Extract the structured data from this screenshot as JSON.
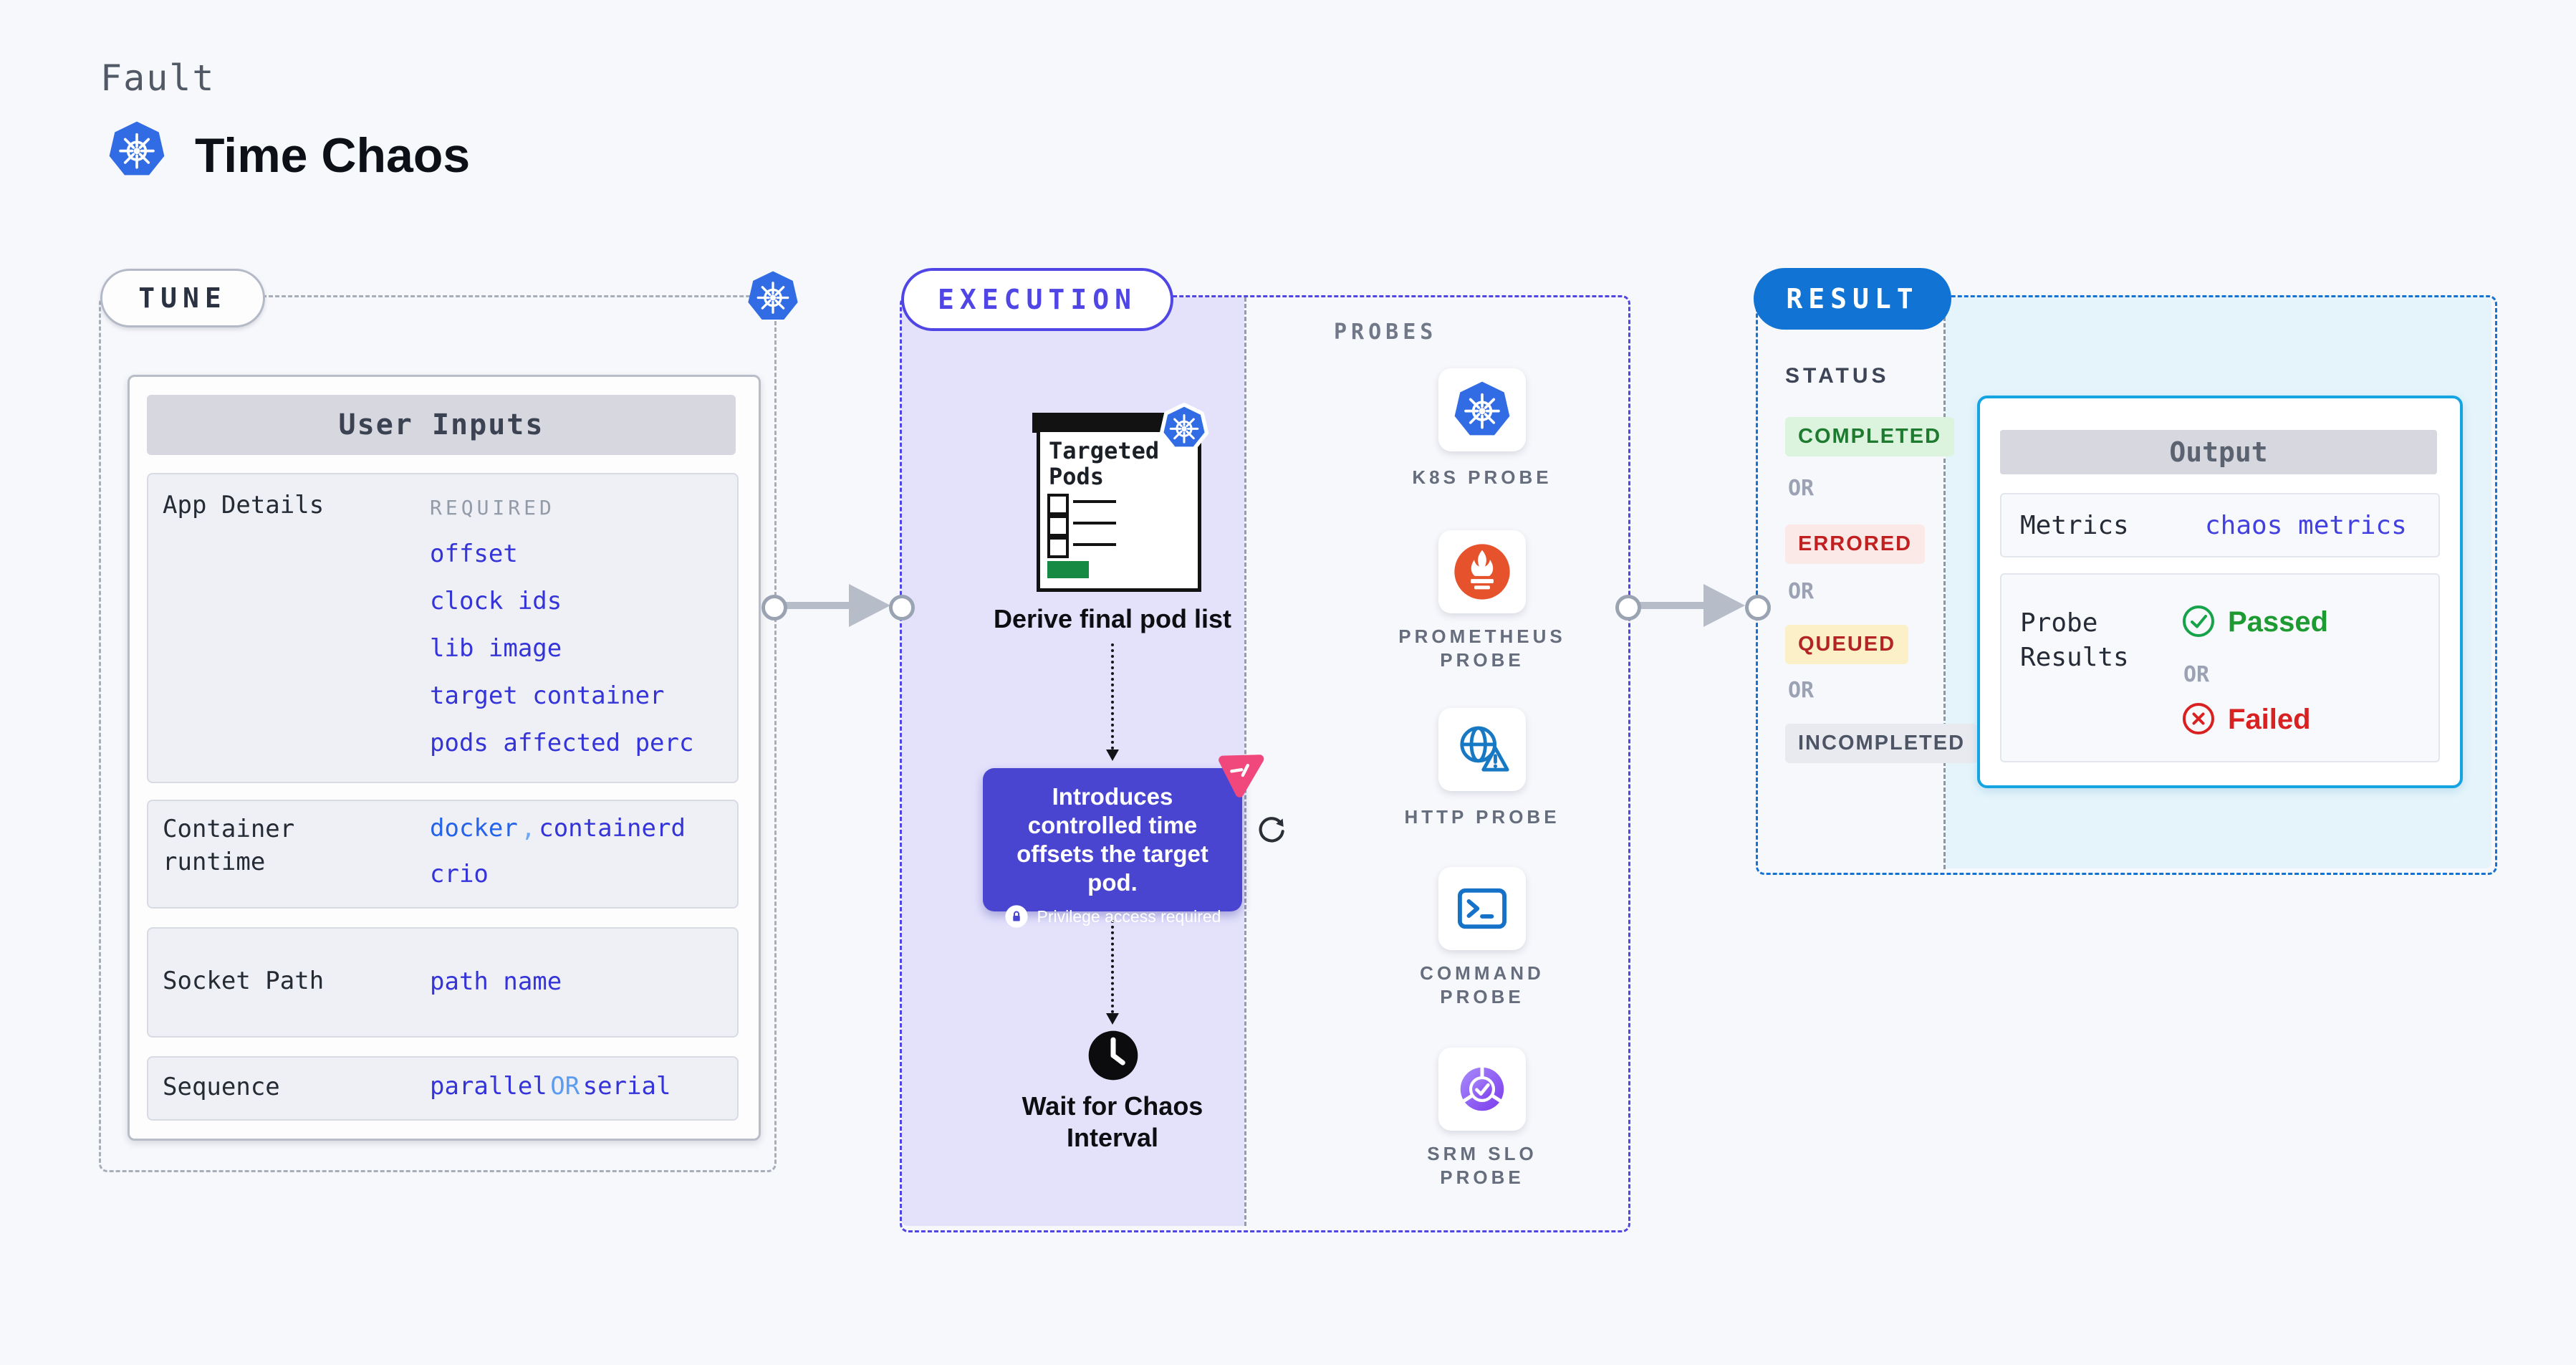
{
  "header": {
    "eyebrow": "Fault",
    "title": "Time Chaos"
  },
  "colors": {
    "kubernetes_blue": "#326ce5",
    "execution_indigo": "#4f46e5",
    "tooltip_indigo": "#4a45d0",
    "purple_panel": "#e4e2fb",
    "result_blue": "#1173d4",
    "output_cyan": "#14a4e1",
    "cyan_panel": "#e5f4fb",
    "value_blue": "#3434d8",
    "link_light_blue": "#6ea8f5",
    "passed_green": "#1d9b32",
    "failed_red": "#d92121",
    "prometheus_orange": "#e6522c",
    "litmus_pink": "#f0477c",
    "targeted_green": "#168a43"
  },
  "tune": {
    "label": "TUNE",
    "user_inputs": {
      "title": "User Inputs",
      "app_details": {
        "label": "App Details",
        "required_tag": "REQUIRED",
        "items": [
          "offset",
          "clock ids",
          "lib image",
          "target container",
          "pods affected perc"
        ]
      },
      "container_runtime": {
        "label": "Container runtime",
        "value_a": "docker",
        "comma": ",",
        "value_b": "containerd",
        "value_c": "crio"
      },
      "socket_path": {
        "label": "Socket Path",
        "value": "path name"
      },
      "sequence": {
        "label": "Sequence",
        "value_a": "parallel",
        "or": "OR",
        "value_b": "serial"
      }
    }
  },
  "execution": {
    "label": "EXECUTION",
    "targeted_pods_title": "Targeted Pods",
    "derive_caption": "Derive final pod list",
    "tooltip": {
      "text": "Introduces controlled time offsets the target pod.",
      "note": "Privilege access required"
    },
    "wait_caption": "Wait for Chaos Interval"
  },
  "probes": {
    "label": "PROBES",
    "items": [
      {
        "name": "K8S PROBE",
        "icon": "kubernetes-icon"
      },
      {
        "name": "PROMETHEUS PROBE",
        "icon": "prometheus-icon"
      },
      {
        "name": "HTTP PROBE",
        "icon": "globe-warning-icon"
      },
      {
        "name": "COMMAND PROBE",
        "icon": "terminal-icon"
      },
      {
        "name": "SRM SLO PROBE",
        "icon": "slo-pie-check-icon"
      }
    ]
  },
  "result": {
    "label": "RESULT",
    "status": {
      "heading": "STATUS",
      "badges": [
        "COMPLETED",
        "ERRORED",
        "QUEUED",
        "INCOMPLETED"
      ],
      "separator": "OR"
    },
    "output": {
      "title": "Output",
      "metrics_label": "Metrics",
      "metrics_value": "chaos metrics",
      "probe_results_label": "Probe Results",
      "passed": "Passed",
      "or": "OR",
      "failed": "Failed"
    }
  }
}
